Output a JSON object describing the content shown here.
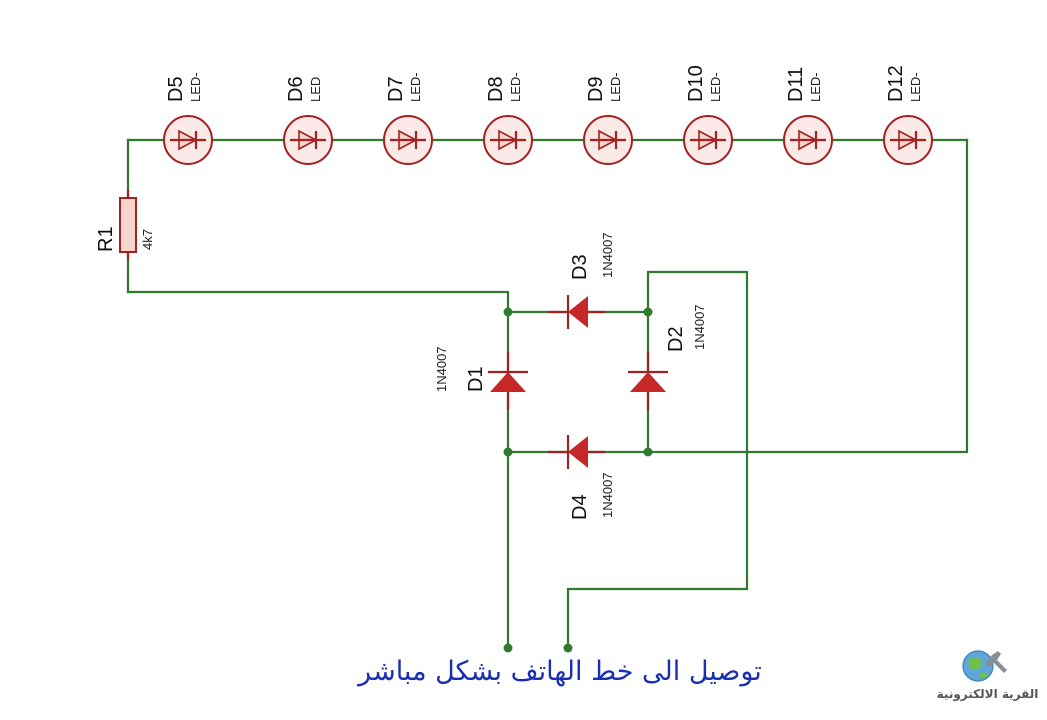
{
  "leds": [
    {
      "ref": "D5",
      "value": "LED-"
    },
    {
      "ref": "D6",
      "value": "LED"
    },
    {
      "ref": "D7",
      "value": "LED-"
    },
    {
      "ref": "D8",
      "value": "LED-"
    },
    {
      "ref": "D9",
      "value": "LED-"
    },
    {
      "ref": "D10",
      "value": "LED-"
    },
    {
      "ref": "D11",
      "value": "LED-"
    },
    {
      "ref": "D12",
      "value": "LED-"
    }
  ],
  "resistor": {
    "ref": "R1",
    "value": "4k7"
  },
  "diodes": {
    "d1": {
      "ref": "D1",
      "value": "1N4007"
    },
    "d2": {
      "ref": "D2",
      "value": "1N4007"
    },
    "d3": {
      "ref": "D3",
      "value": "1N4007"
    },
    "d4": {
      "ref": "D4",
      "value": "1N4007"
    }
  },
  "caption": "توصيل الى خط الهاتف بشكل مباشر",
  "logo": {
    "text": "القرية الالكترونية",
    "icon": "globe-wrench-icon"
  },
  "colors": {
    "wire": "#2f7a2f",
    "component": "#a32222",
    "caption": "#1a2fb4"
  }
}
